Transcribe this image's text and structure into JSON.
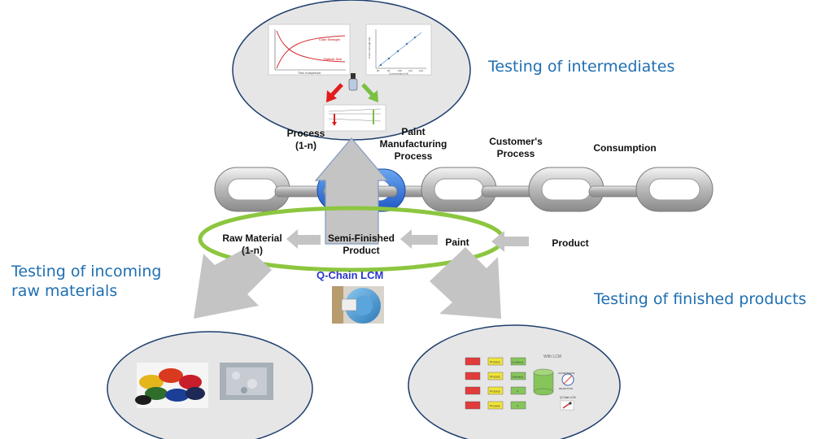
{
  "headings": {
    "intermediates": "Testing of intermediates",
    "incoming": "Testing of incoming\nraw materials",
    "finished": "Testing of finished products"
  },
  "chain_labels": {
    "process": "Process\n(1-n)",
    "paint_manufacturing": "Paint\nManufacturing\nProcess",
    "customers_process": "Customer's\nProcess",
    "consumption": "Consumption"
  },
  "flow_labels": {
    "raw_material": "Raw Material\n(1-n)",
    "semi_finished": "Semi-Finished\nProduct",
    "paint": "Paint",
    "product": "Product"
  },
  "qchain_label": "Q-Chain LCM",
  "intermediates_bubble": {
    "chart_left": {
      "series1": "Color Strength",
      "series2": "Particle Size",
      "xlabel": "Time of dispersion"
    },
    "chart_right": {
      "xlabel": "Concentration [%]",
      "ylabel": "Colour Strength [%]",
      "xticks": [
        "80",
        "90",
        "100",
        "110",
        "120"
      ]
    }
  },
  "finished_bubble": {
    "title": "With LCM",
    "rows": [
      "Process",
      "Process",
      "Process",
      "Process"
    ],
    "right_cells": [
      "Conditions",
      "Calibration",
      "X",
      "Y"
    ],
    "db_label": "ACCEPTANCE",
    "db_sublabel": "REJECTION",
    "footer": "Q-Chain LCM"
  },
  "colors": {
    "heading": "#1f6fb2",
    "qchain": "#2b37c9",
    "ring": "#8cc63f",
    "bubble": "#e6e6e6",
    "bubble_border": "#1f3f6e",
    "arrow": "#c4c4c4",
    "link_blue": "#2f6fd6"
  }
}
